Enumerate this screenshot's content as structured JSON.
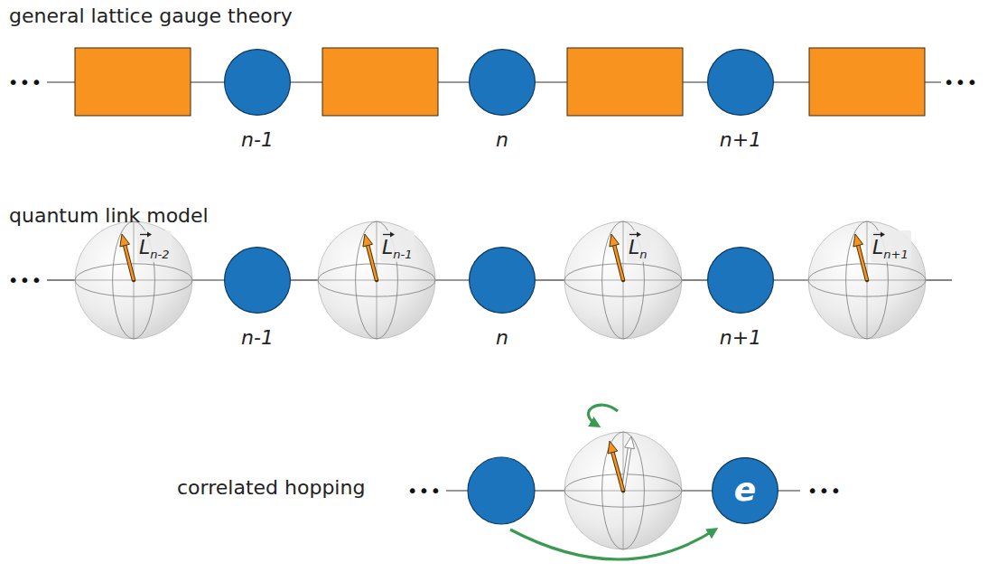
{
  "diagram": {
    "nodes": [
      {
        "text": [
          "n-1"
        ]
      },
      {
        "text": [
          "n"
        ]
      },
      {
        "text": [
          "n+1"
        ]
      },
      {
        "text": [
          "Ln-2"
        ]
      },
      {
        "text": [
          "n-1"
        ]
      },
      {
        "text": [
          "Ln-1"
        ]
      },
      {
        "text": [
          "n"
        ]
      },
      {
        "text": [
          "Ln"
        ]
      },
      {
        "text": [
          "n+1"
        ]
      },
      {
        "text": [
          "Ln+1"
        ]
      },
      {
        "text": [
          "e"
        ]
      }
    ],
    "edges": [
      {
        "from": 3,
        "to": 4,
        "arrow": "none"
      },
      {
        "from": 4,
        "to": 5,
        "arrow": "none"
      },
      {
        "from": 5,
        "to": 6,
        "arrow": "none"
      },
      {
        "from": 6,
        "to": 7,
        "arrow": "none"
      },
      {
        "from": 7,
        "to": 8,
        "arrow": "none"
      },
      {
        "from": 8,
        "to": 9,
        "arrow": "none"
      }
    ],
    "labels": [
      "general lattice gauge theory",
      "•••",
      "•••",
      "quantum link model",
      "•••",
      "correlated hopping",
      "•••",
      "•••"
    ]
  }
}
